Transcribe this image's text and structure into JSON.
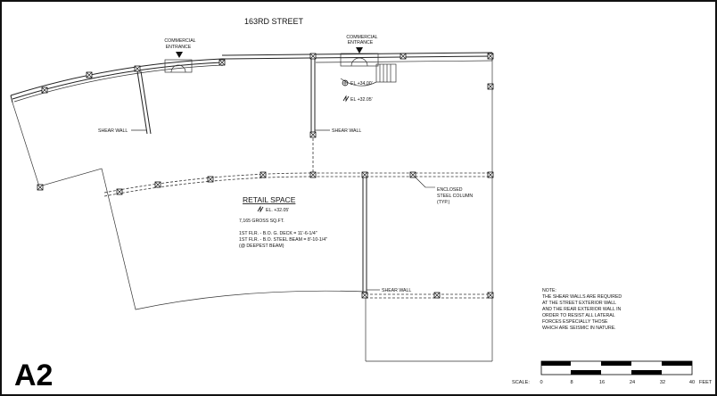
{
  "street_label": "163RD STREET",
  "entrances": [
    {
      "line1": "COMMERCIAL",
      "line2": "ENTRANCE"
    },
    {
      "line1": "COMMERCIAL",
      "line2": "ENTRANCE"
    }
  ],
  "elevation_marks": {
    "upper": "EL +34.00'",
    "lower": "EL +32.05'"
  },
  "shear_wall_labels": [
    "SHEAR WALL",
    "SHEAR WALL",
    "SHEAR WALL"
  ],
  "column_note": {
    "line1": "ENCLOSED",
    "line2": "STEEL COLUMN",
    "line3": "(TYP.)"
  },
  "room": {
    "name": "RETAIL SPACE",
    "elevation": "EL. +32.05'",
    "area": "7,165 GROSS SQ.FT.",
    "notes": [
      "1ST FLR. - B.O. G. DECK = 11'-6-1/4\"",
      "1ST FLR. - B.O. STEEL BEAM = 8'-10-1/4\"",
      "(@ DEEPEST BEAM)"
    ]
  },
  "general_note": [
    "NOTE:",
    "THE SHEAR WALLS ARE REQUIRED",
    "AT THE STREET EXTERIOR WALL",
    "AND THE REAR EXTERIOR WALL IN",
    "ORDER TO RESIST ALL LATERAL",
    "FORCES ESPECIALLY THOSE",
    "WHICH ARE SEISMIC IN NATURE."
  ],
  "scale": {
    "label": "SCALE:",
    "ticks": [
      "0",
      "8",
      "16",
      "24",
      "32",
      "40"
    ],
    "unit": "FEET"
  },
  "sheet_number": "A2"
}
